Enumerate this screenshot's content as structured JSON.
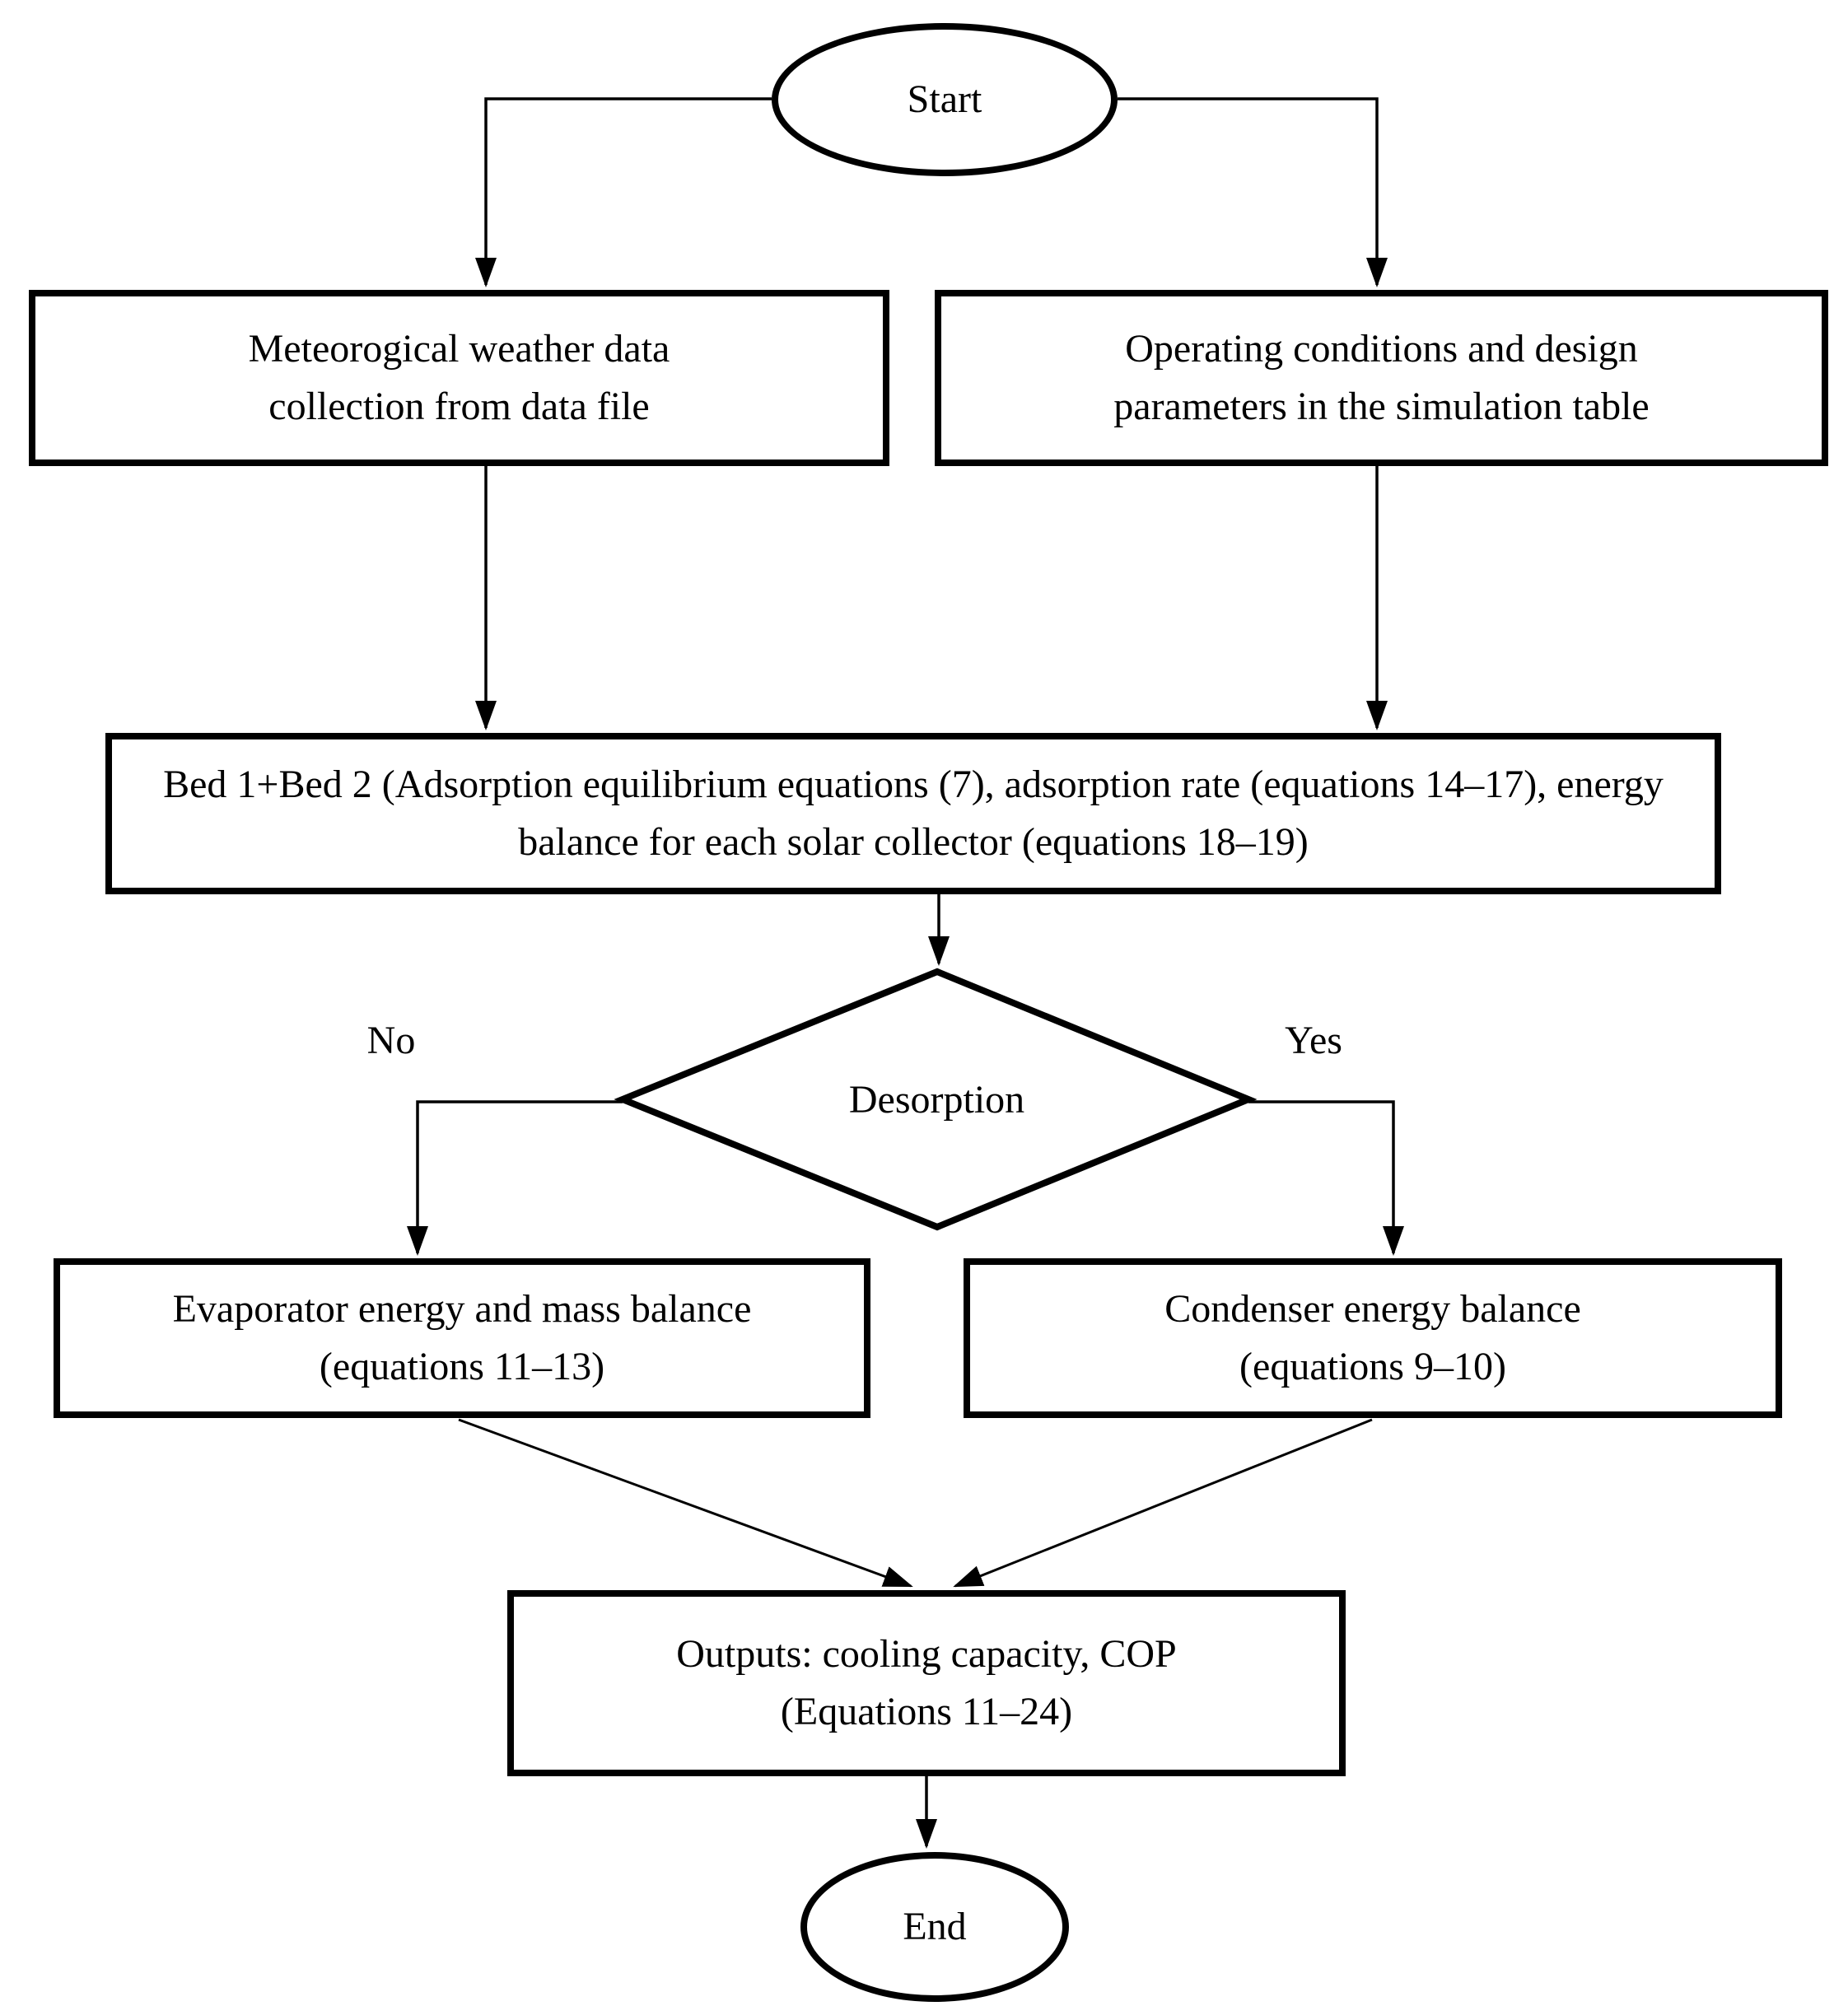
{
  "flowchart": {
    "nodes": {
      "start": {
        "type": "terminator",
        "label": "Start"
      },
      "weather": {
        "type": "process",
        "label": "Meteorogical weather data collection from data file"
      },
      "operating": {
        "type": "process",
        "label": "Operating conditions and design parameters in the simulation table"
      },
      "beds": {
        "type": "process",
        "label": "Bed 1+Bed 2 (Adsorption equilibrium equations (7), adsorption rate (equations 14–17), energy balance for each solar collector (equations 18–19)"
      },
      "desorption": {
        "type": "decision",
        "label": "Desorption"
      },
      "evaporator": {
        "type": "process",
        "label": "Evaporator energy and mass balance (equations 11–13)"
      },
      "condenser": {
        "type": "process",
        "label": "Condenser energy balance (equations 9–10)"
      },
      "outputs": {
        "type": "process",
        "label": "Outputs: cooling capacity, COP (Equations 11–24)"
      },
      "end": {
        "type": "terminator",
        "label": "End"
      }
    },
    "branch_labels": {
      "no": "No",
      "yes": "Yes"
    },
    "edges": [
      {
        "from": "start",
        "to": "weather",
        "label": ""
      },
      {
        "from": "start",
        "to": "operating",
        "label": ""
      },
      {
        "from": "weather",
        "to": "beds",
        "label": ""
      },
      {
        "from": "operating",
        "to": "beds",
        "label": ""
      },
      {
        "from": "beds",
        "to": "desorption",
        "label": ""
      },
      {
        "from": "desorption",
        "to": "evaporator",
        "label": "No"
      },
      {
        "from": "desorption",
        "to": "condenser",
        "label": "Yes"
      },
      {
        "from": "evaporator",
        "to": "outputs",
        "label": ""
      },
      {
        "from": "condenser",
        "to": "outputs",
        "label": ""
      },
      {
        "from": "outputs",
        "to": "end",
        "label": ""
      }
    ],
    "colors": {
      "stroke": "#000000",
      "fill": "#ffffff",
      "text": "#000000"
    }
  }
}
